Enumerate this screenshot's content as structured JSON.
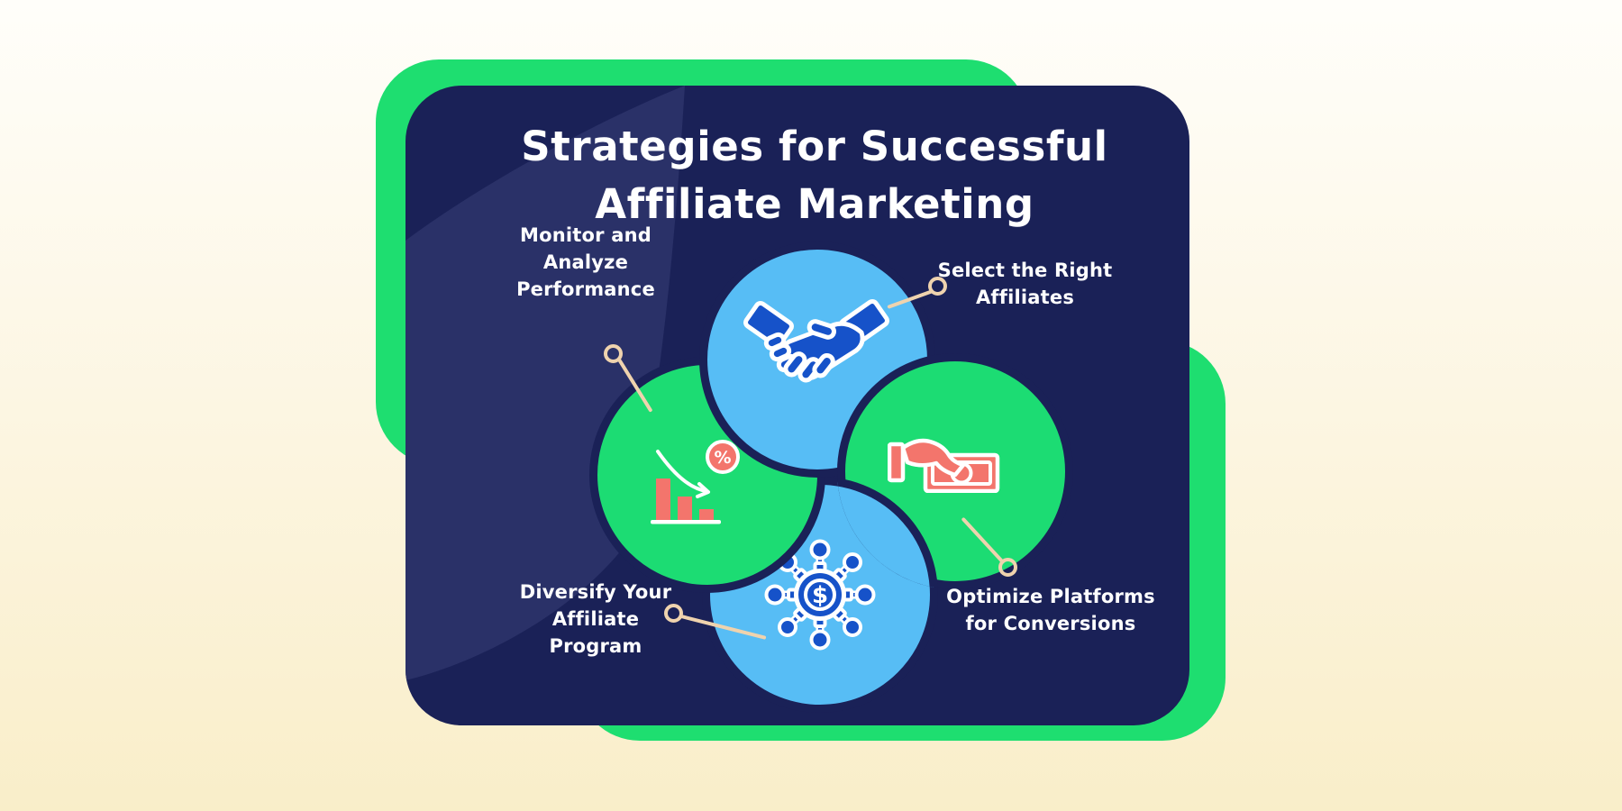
{
  "title": {
    "line1": "Strategies for Successful",
    "line2": "Affiliate Marketing"
  },
  "strategies": [
    {
      "id": "select",
      "lines": [
        "Select the Right",
        "Affiliates"
      ],
      "icon": "handshake-icon",
      "circle_color": "#57BDF5",
      "position": "top"
    },
    {
      "id": "monitor",
      "lines": [
        "Monitor and",
        "Analyze",
        "Performance"
      ],
      "icon": "declining-bar-chart-percent-icon",
      "circle_color": "#1CDC73",
      "position": "left"
    },
    {
      "id": "optimize",
      "lines": [
        "Optimize Platforms",
        "for Conversions"
      ],
      "icon": "hand-giving-money-icon",
      "circle_color": "#1CDC73",
      "position": "right"
    },
    {
      "id": "diversify",
      "lines": [
        "Diversify Your",
        "Affiliate",
        "Program"
      ],
      "icon": "dollar-network-icon",
      "circle_color": "#57BDF5",
      "position": "bottom"
    }
  ],
  "icon_glyphs": {
    "percent_badge": "%",
    "dollar_sign": "$"
  },
  "colors": {
    "background_top": "#FFFEFA",
    "background_bottom": "#F9EEC9",
    "green_accent_backdrop": "#1EDE70",
    "navy_card": "#1A2157",
    "navy_card_light_swoosh": "#2A3168",
    "light_blue_circle": "#57BDF5",
    "green_circle": "#1CDC73",
    "dark_blue_icon": "#1652C9",
    "coral_icon": "#F3756C",
    "connector_tan": "#EFD3AE",
    "text_white": "#FFFFFF"
  }
}
